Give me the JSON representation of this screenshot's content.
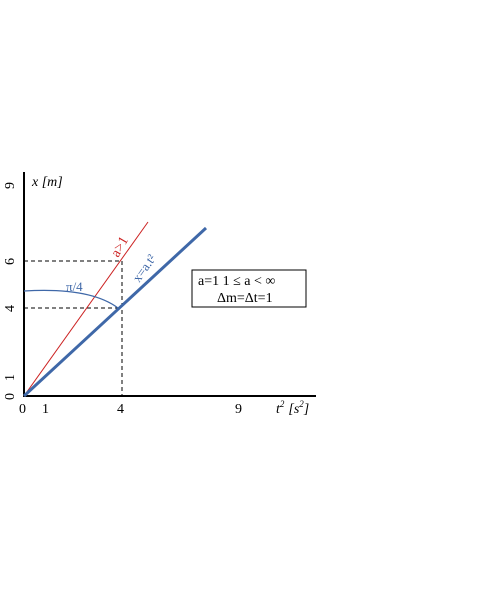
{
  "colors": {
    "red_line": "#cc2222",
    "blue_line": "#3f68a8"
  },
  "axes": {
    "y_title": "x [m]",
    "x_title_base": "t",
    "x_title_sup": "2",
    "x_title_unit_open": "[s",
    "x_title_unit_sup": "2",
    "x_title_unit_close": "]",
    "y_ticks": [
      "0",
      "1",
      "4",
      "6",
      "9"
    ],
    "x_ticks": [
      "0",
      "1",
      "4",
      "9"
    ]
  },
  "lines": {
    "red_label": "a>1",
    "blue_label": "x=a.t²"
  },
  "angle_label": "π/4",
  "info_box": {
    "line1": "a=1   1 ≤ a < ∞",
    "line2": "Δm=Δt=1"
  }
}
